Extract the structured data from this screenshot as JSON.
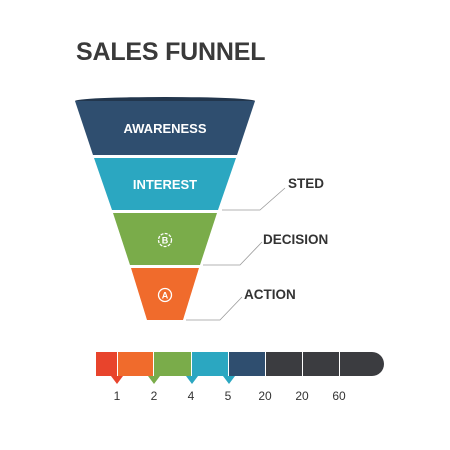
{
  "title": "SALES FUNNEL",
  "funnel": {
    "segments": [
      {
        "label": "AWARENESS",
        "color": "#2f4e6f"
      },
      {
        "label": "INTEREST",
        "color": "#2ba7c1"
      },
      {
        "label": "B",
        "color": "#7aac4a"
      },
      {
        "label": "A",
        "color": "#f06b2c"
      }
    ],
    "side_labels": [
      "STED",
      "DECISION",
      "ACTION"
    ]
  },
  "scale": {
    "colors": [
      "#e8442c",
      "#f06b2c",
      "#7aac4a",
      "#2ba7c1",
      "#2f4e6f",
      "#3b3c40",
      "#3b3c40",
      "#3b3c40",
      "#3b3c40"
    ],
    "labels": [
      "1",
      "2",
      "4",
      "5",
      "20",
      "20",
      "60"
    ]
  }
}
